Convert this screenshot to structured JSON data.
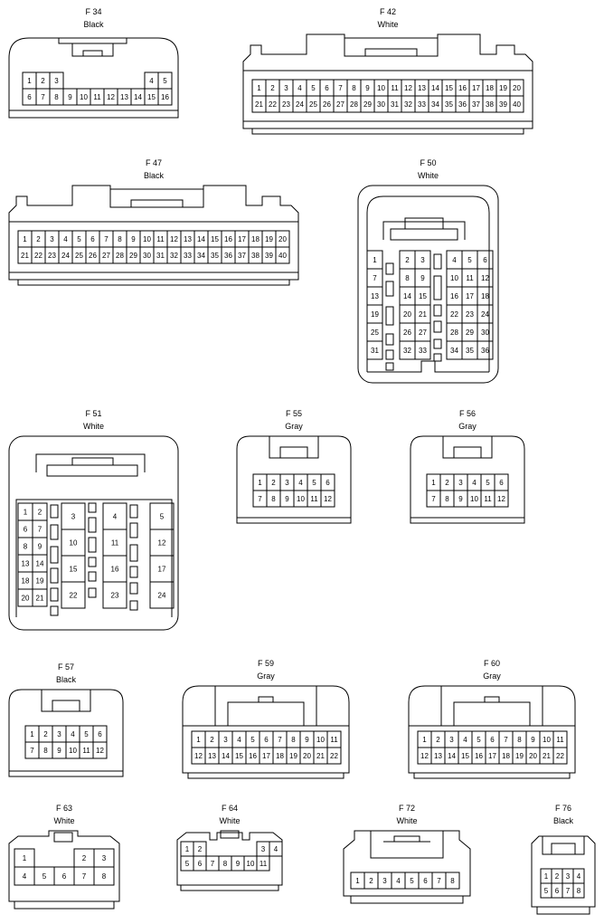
{
  "connectors": [
    {
      "key": "f34",
      "id": "F 34",
      "color": "Black",
      "rows": [
        [
          "1",
          "2",
          "3",
          "",
          "",
          "",
          "",
          "",
          "",
          "4",
          "5"
        ],
        [
          "6",
          "7",
          "8",
          "9",
          "10",
          "11",
          "12",
          "13",
          "14",
          "15",
          "16"
        ]
      ]
    },
    {
      "key": "f42",
      "id": "F 42",
      "color": "White",
      "rows": [
        [
          "1",
          "2",
          "3",
          "4",
          "5",
          "6",
          "7",
          "8",
          "9",
          "10",
          "11",
          "12",
          "13",
          "14",
          "15",
          "16",
          "17",
          "18",
          "19",
          "20"
        ],
        [
          "21",
          "22",
          "23",
          "24",
          "25",
          "26",
          "27",
          "28",
          "29",
          "30",
          "31",
          "32",
          "33",
          "34",
          "35",
          "36",
          "37",
          "38",
          "39",
          "40"
        ]
      ]
    },
    {
      "key": "f47",
      "id": "F 47",
      "color": "Black",
      "rows": [
        [
          "1",
          "2",
          "3",
          "4",
          "5",
          "6",
          "7",
          "8",
          "9",
          "10",
          "11",
          "12",
          "13",
          "14",
          "15",
          "16",
          "17",
          "18",
          "19",
          "20"
        ],
        [
          "21",
          "22",
          "23",
          "24",
          "25",
          "26",
          "27",
          "28",
          "29",
          "30",
          "31",
          "32",
          "33",
          "34",
          "35",
          "36",
          "37",
          "38",
          "39",
          "40"
        ]
      ]
    },
    {
      "key": "f50",
      "id": "F 50",
      "color": "White",
      "groups": [
        [
          [
            "1"
          ],
          [
            "7"
          ],
          [
            "13"
          ],
          [
            "19"
          ],
          [
            "25"
          ],
          [
            "31"
          ]
        ],
        [
          [
            "2",
            "3"
          ],
          [
            "8",
            "9"
          ],
          [
            "14",
            "15"
          ],
          [
            "20",
            "21"
          ],
          [
            "26",
            "27"
          ],
          [
            "32",
            "33"
          ]
        ],
        [
          [
            "4",
            "5",
            "6"
          ],
          [
            "10",
            "11",
            "12"
          ],
          [
            "16",
            "17",
            "18"
          ],
          [
            "22",
            "23",
            "24"
          ],
          [
            "28",
            "29",
            "30"
          ],
          [
            "34",
            "35",
            "36"
          ]
        ]
      ]
    },
    {
      "key": "f51",
      "id": "F 51",
      "color": "White",
      "small": [
        [
          "1",
          "2"
        ],
        [
          "6",
          "7"
        ],
        [
          "8",
          "9"
        ],
        [
          "13",
          "14"
        ],
        [
          "18",
          "19"
        ],
        [
          "20",
          "21"
        ]
      ],
      "columns": [
        [
          "3",
          "10",
          "15",
          "22"
        ],
        [
          "4",
          "11",
          "16",
          "23"
        ],
        [
          "5",
          "12",
          "17",
          "24"
        ]
      ]
    },
    {
      "key": "f55",
      "id": "F 55",
      "color": "Gray",
      "rows": [
        [
          "1",
          "2",
          "3",
          "4",
          "5",
          "6"
        ],
        [
          "7",
          "8",
          "9",
          "10",
          "11",
          "12"
        ]
      ]
    },
    {
      "key": "f56",
      "id": "F 56",
      "color": "Gray",
      "rows": [
        [
          "1",
          "2",
          "3",
          "4",
          "5",
          "6"
        ],
        [
          "7",
          "8",
          "9",
          "10",
          "11",
          "12"
        ]
      ]
    },
    {
      "key": "f57",
      "id": "F 57",
      "color": "Black",
      "rows": [
        [
          "1",
          "2",
          "3",
          "4",
          "5",
          "6"
        ],
        [
          "7",
          "8",
          "9",
          "10",
          "11",
          "12"
        ]
      ]
    },
    {
      "key": "f59",
      "id": "F 59",
      "color": "Gray",
      "rows": [
        [
          "1",
          "2",
          "3",
          "4",
          "5",
          "6",
          "7",
          "8",
          "9",
          "10",
          "11"
        ],
        [
          "12",
          "13",
          "14",
          "15",
          "16",
          "17",
          "18",
          "19",
          "20",
          "21",
          "22"
        ]
      ]
    },
    {
      "key": "f60",
      "id": "F 60",
      "color": "Gray",
      "rows": [
        [
          "1",
          "2",
          "3",
          "4",
          "5",
          "6",
          "7",
          "8",
          "9",
          "10",
          "11"
        ],
        [
          "12",
          "13",
          "14",
          "15",
          "16",
          "17",
          "18",
          "19",
          "20",
          "21",
          "22"
        ]
      ]
    },
    {
      "key": "f63",
      "id": "F 63",
      "color": "White",
      "rows": [
        [
          "1",
          "",
          "",
          "2",
          "3"
        ],
        [
          "4",
          "5",
          "6",
          "7",
          "8"
        ]
      ]
    },
    {
      "key": "f64",
      "id": "F 64",
      "color": "White",
      "rows": [
        [
          "1",
          "2",
          "",
          "",
          "",
          "",
          "3",
          "4"
        ],
        [
          "5",
          "6",
          "7",
          "8",
          "9",
          "10",
          "11"
        ]
      ]
    },
    {
      "key": "f72",
      "id": "F 72",
      "color": "White",
      "rows": [
        [
          "1",
          "2",
          "3",
          "4",
          "5",
          "6",
          "7",
          "8"
        ]
      ]
    },
    {
      "key": "f76",
      "id": "F 76",
      "color": "Black",
      "rows": [
        [
          "1",
          "2",
          "3",
          "4"
        ],
        [
          "5",
          "6",
          "7",
          "8"
        ]
      ]
    }
  ]
}
